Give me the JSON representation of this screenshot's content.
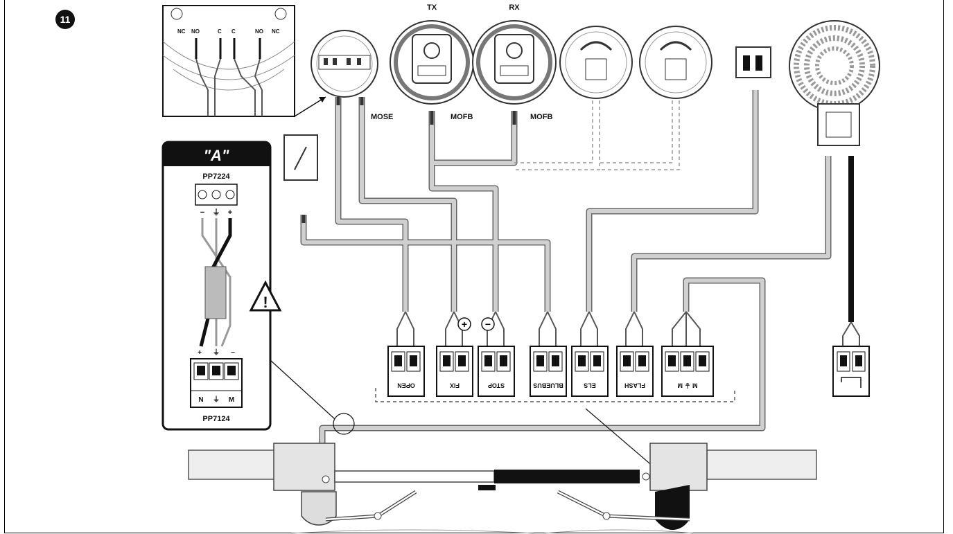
{
  "figure": {
    "number": "11"
  },
  "top_devices": {
    "tx_label": "TX",
    "rx_label": "RX",
    "edge_label": "MOSE",
    "photocell_tx_code": "MOFB",
    "photocell_rx_code": "MOFB",
    "contact_labels": [
      "NC",
      "NO",
      "C",
      "C",
      "NO",
      "NC"
    ]
  },
  "inset_a": {
    "title": "\"A\"",
    "top_code": "PP7224",
    "bottom_code": "PP7124",
    "top_signs": [
      "−",
      "⏚",
      "+"
    ],
    "bottom_signs": [
      "+",
      "⏚",
      "−"
    ],
    "terminal_letters": [
      "N",
      "⏚",
      "M"
    ]
  },
  "terminal_blocks": [
    {
      "label": "OPEN"
    },
    {
      "label": "FIX"
    },
    {
      "label": "STOP"
    },
    {
      "label": "BLUEBUS"
    },
    {
      "label": "ELS"
    },
    {
      "label": "FLASH"
    },
    {
      "label": "M ⏚ M"
    }
  ],
  "polarity": {
    "plus": "+",
    "minus": "−"
  }
}
